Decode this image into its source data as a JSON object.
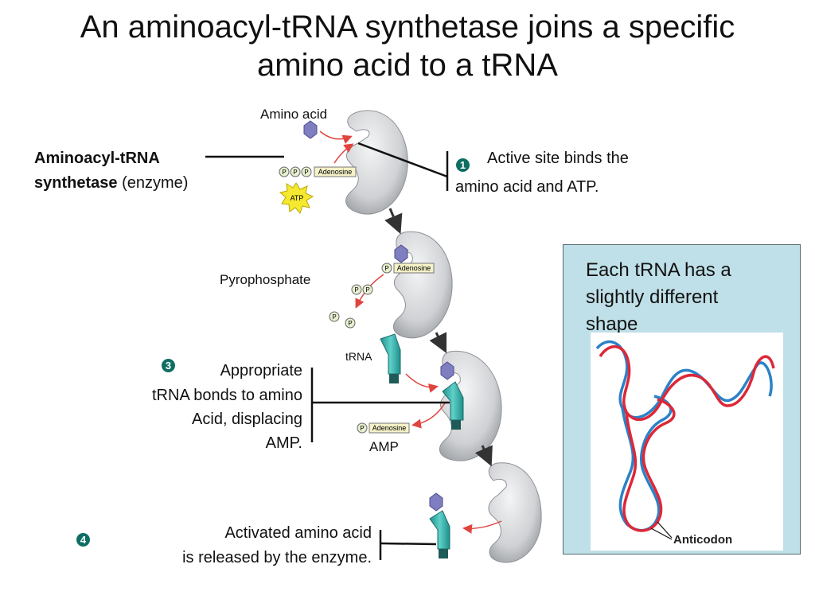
{
  "title": {
    "line1": "An aminoacyl-tRNA synthetase joins a specific",
    "line2": "amino acid to a tRNA"
  },
  "labels": {
    "amino_acid": "Amino acid",
    "enzyme_bold_line1": "Aminoacyl-tRNA",
    "enzyme_bold_line2": "synthetase",
    "enzyme_suffix": "(enzyme)",
    "pyrophosphate": "Pyrophosphate",
    "trna": "tRNA",
    "amp": "AMP",
    "atp": "ATP",
    "phosphate": "P",
    "adenosine": "Adenosine",
    "anticodon": "Anticodon"
  },
  "steps": {
    "step1": {
      "number": "1",
      "line1": "Active site binds the",
      "line2": "amino acid and ATP."
    },
    "step3": {
      "number": "3",
      "line1": "Appropriate",
      "line2": "tRNA bonds to amino",
      "line3": "Acid, displacing",
      "line4": "AMP."
    },
    "step4": {
      "number": "4",
      "line1": "Activated amino acid",
      "line2": "is released by the enzyme."
    }
  },
  "info_box": {
    "line1": "Each tRNA has a",
    "line2": "slightly different",
    "line3": "shape"
  },
  "colors": {
    "badge": "#0f6e63",
    "enzyme": "#d4d6d8",
    "trna": "#34b3ae",
    "amino_acid": "#7e7ec0",
    "atp_star": "#f5e830",
    "trna_red": "#dd2838",
    "trna_blue": "#2b82c8"
  }
}
